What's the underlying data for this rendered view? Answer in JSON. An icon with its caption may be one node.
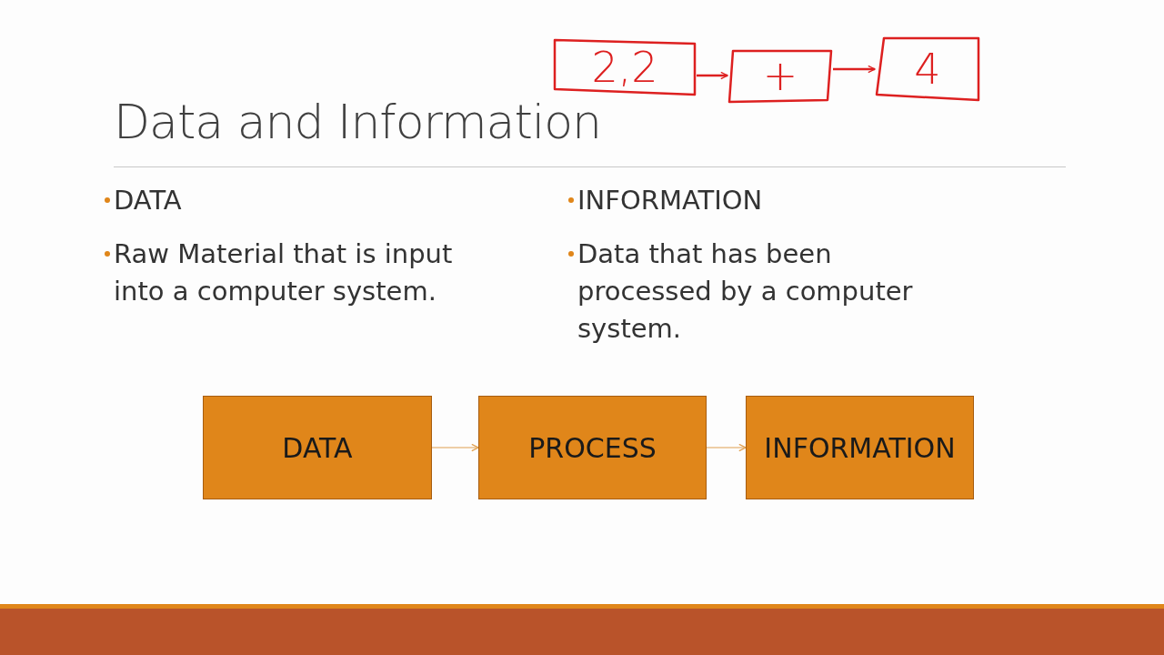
{
  "diagram": {
    "title": "Data and Information",
    "nodes": [
      {
        "text": [
          "2,2"
        ]
      },
      {
        "text": [
          "+"
        ]
      },
      {
        "text": [
          "4"
        ]
      },
      {
        "text": [
          "DATA"
        ]
      },
      {
        "text": [
          "PROCESS"
        ]
      },
      {
        "text": [
          "INFORMATION"
        ]
      }
    ],
    "edges": [
      {
        "from": 0,
        "to": 1,
        "arrow": "to",
        "color": "#dd2020"
      },
      {
        "from": 1,
        "to": 2,
        "arrow": "to",
        "color": "#dd2020"
      },
      {
        "from": 3,
        "to": 4,
        "arrow": "to",
        "color": "#e0a050"
      },
      {
        "from": 4,
        "to": 5,
        "arrow": "to",
        "color": "#e0a050"
      }
    ],
    "labels": [
      "DATA",
      "Raw Material that is input into a computer system.",
      "INFORMATION",
      "Data that has been processed by a computer system."
    ]
  }
}
